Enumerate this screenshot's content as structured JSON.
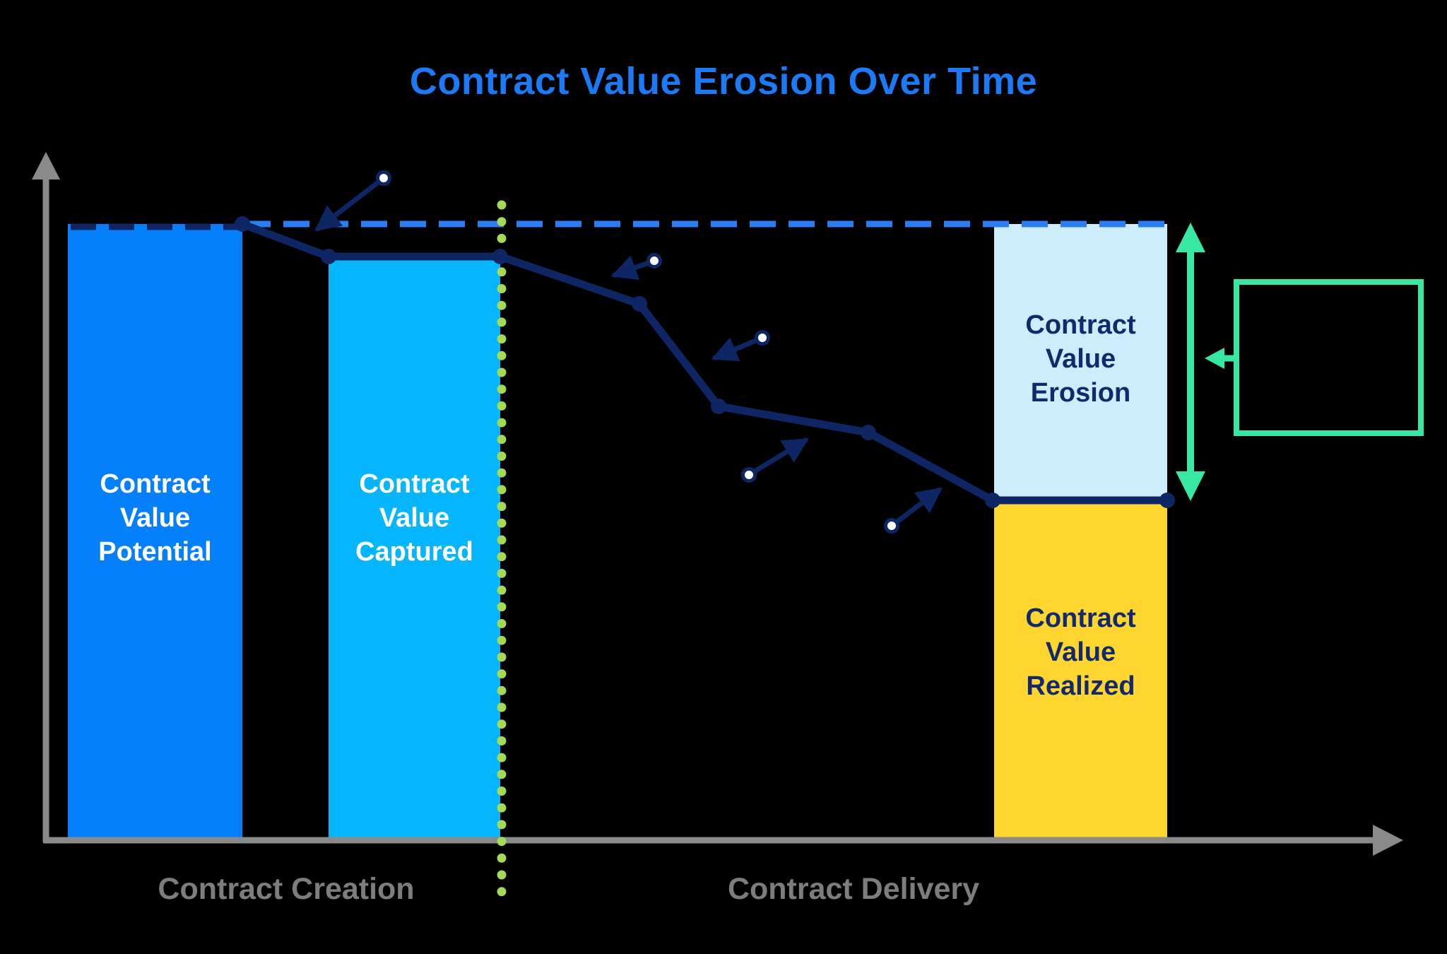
{
  "title": {
    "text": "Contract Value Erosion Over Time",
    "color": "#1B7AF5"
  },
  "phases": {
    "creation_label": "Contract Creation",
    "delivery_label": "Contract Delivery",
    "label_color": "#7D7D7D",
    "divider_dotted_color": "#A5D957"
  },
  "bars": {
    "potential": {
      "lines": [
        "Contract",
        "Value",
        "Potential"
      ],
      "fill": "#0680FA",
      "text_color": "#FFFFFF"
    },
    "captured": {
      "lines": [
        "Contract",
        "Value",
        "Captured"
      ],
      "fill": "#06B5FC",
      "text_color": "#FFFFFF"
    },
    "erosion": {
      "lines": [
        "Contract",
        "Value",
        "Erosion"
      ],
      "fill": "#CDEDFC",
      "text_color": "#13296B"
    },
    "realized": {
      "lines": [
        "Contract",
        "Value",
        "Realized"
      ],
      "fill": "#FFD62F",
      "text_color": "#13296B"
    }
  },
  "lines": {
    "potential_level_dashed_color": "#2B7EF0",
    "potential_bar_top_dashed_color": "#0E2663",
    "erosion_path_color": "#0E2663",
    "axis_color": "#8A8A8A",
    "accent_green": "#37E8A3"
  },
  "icons": {
    "callout_marker": "white-dot-with-arrow",
    "callout_count": "5",
    "erosion_span": "vertical-double-headed-arrow",
    "box_pointer": "left-arrow"
  }
}
